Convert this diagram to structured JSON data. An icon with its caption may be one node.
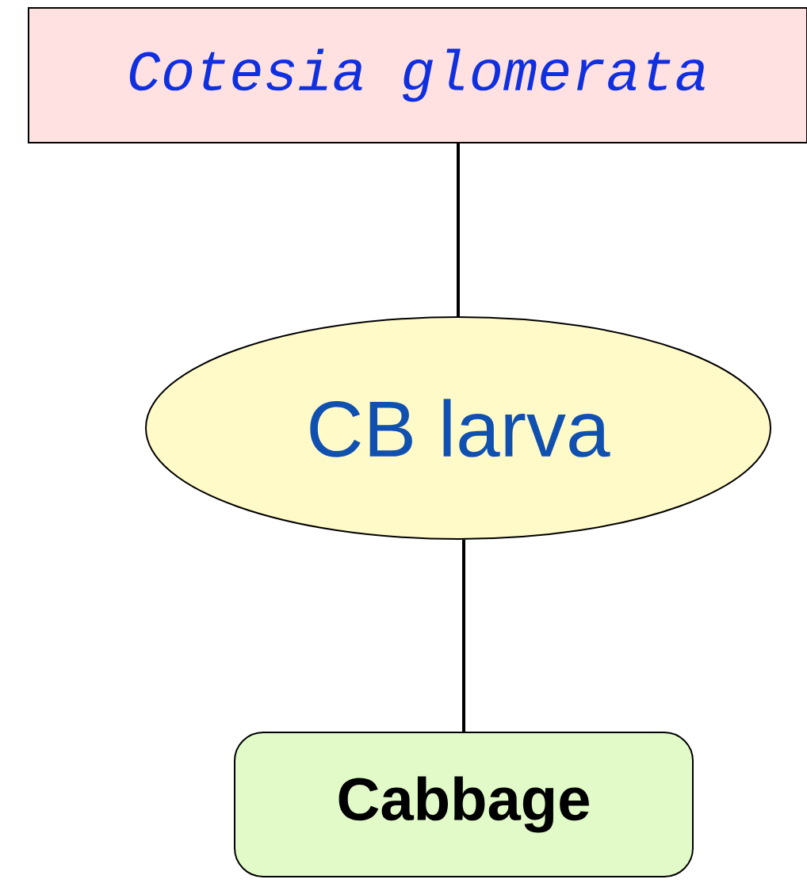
{
  "diagram": {
    "nodes": [
      {
        "text": [
          "*Cotesia glomerata*"
        ]
      },
      {
        "text": [
          "CB larva"
        ]
      },
      {
        "text": [
          "Cabbage"
        ]
      }
    ],
    "edges": [
      {
        "from": 0,
        "to": 1,
        "arrow": "none"
      },
      {
        "from": 1,
        "to": 2,
        "arrow": "none"
      }
    ]
  }
}
